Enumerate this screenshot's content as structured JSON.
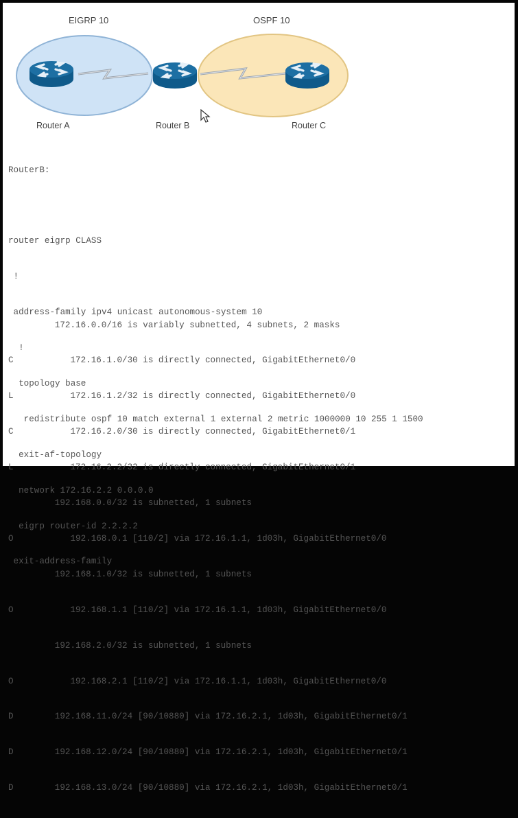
{
  "diagram": {
    "domains": [
      {
        "label": "EIGRP 10",
        "color": "#cfe3f6",
        "border": "#8fb3d6"
      },
      {
        "label": "OSPF 10",
        "color": "#fbe6b8",
        "border": "#e2c583"
      }
    ],
    "routers": [
      {
        "label": "Router A"
      },
      {
        "label": "Router B"
      },
      {
        "label": "Router C"
      }
    ],
    "router_color": "#1b6a9c",
    "link_color": "#a9b0b8"
  },
  "config": {
    "title": "RouterB:",
    "lines": [
      "",
      "router eigrp CLASS",
      " !",
      " address-family ipv4 unicast autonomous-system 10",
      "  !",
      "  topology base",
      "   redistribute ospf 10 match external 1 external 2 metric 1000000 10 255 1 1500",
      "  exit-af-topology",
      "  network 172.16.2.2 0.0.0.0",
      "  eigrp router-id 2.2.2.2",
      " exit-address-family"
    ]
  },
  "routing_table": [
    {
      "code": "",
      "text": "     172.16.0.0/16 is variably subnetted, 4 subnets, 2 masks"
    },
    {
      "code": "C",
      "text": "        172.16.1.0/30 is directly connected, GigabitEthernet0/0"
    },
    {
      "code": "L",
      "text": "        172.16.1.2/32 is directly connected, GigabitEthernet0/0"
    },
    {
      "code": "C",
      "text": "        172.16.2.0/30 is directly connected, GigabitEthernet0/1"
    },
    {
      "code": "L",
      "text": "        172.16.2.2/32 is directly connected, GigabitEthernet0/1"
    },
    {
      "code": "",
      "text": "     192.168.0.0/32 is subnetted, 1 subnets"
    },
    {
      "code": "O",
      "text": "        192.168.0.1 [110/2] via 172.16.1.1, 1d03h, GigabitEthernet0/0"
    },
    {
      "code": "",
      "text": "     192.168.1.0/32 is subnetted, 1 subnets"
    },
    {
      "code": "O",
      "text": "        192.168.1.1 [110/2] via 172.16.1.1, 1d03h, GigabitEthernet0/0"
    },
    {
      "code": "",
      "text": "     192.168.2.0/32 is subnetted, 1 subnets"
    },
    {
      "code": "O",
      "text": "        192.168.2.1 [110/2] via 172.16.1.1, 1d03h, GigabitEthernet0/0"
    },
    {
      "code": "D",
      "text": "     192.168.11.0/24 [90/10880] via 172.16.2.1, 1d03h, GigabitEthernet0/1"
    },
    {
      "code": "D",
      "text": "     192.168.12.0/24 [90/10880] via 172.16.2.1, 1d03h, GigabitEthernet0/1"
    },
    {
      "code": "D",
      "text": "     192.168.13.0/24 [90/10880] via 172.16.2.1, 1d03h, GigabitEthernet0/1"
    }
  ]
}
